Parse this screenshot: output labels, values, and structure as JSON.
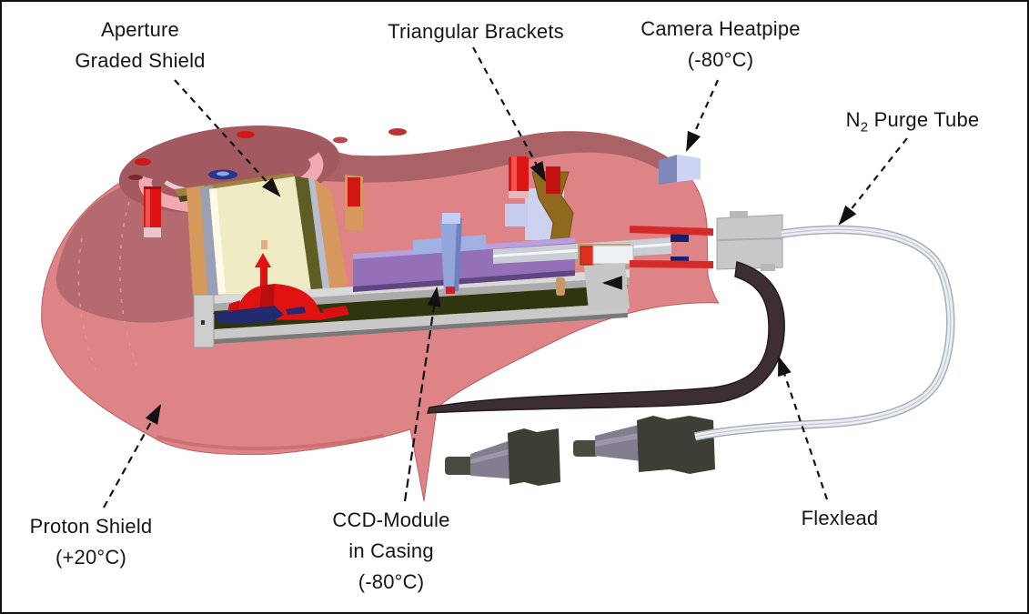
{
  "figure": {
    "type": "cutaway-technical-diagram",
    "subject": "CCD camera head assembly cross-section with thermal components",
    "labels": {
      "aperture": {
        "line1": "Aperture",
        "line2": "Graded Shield"
      },
      "brackets": {
        "line1": "Triangular Brackets"
      },
      "heatpipe": {
        "line1": "Camera Heatpipe",
        "line2": "(-80°C)"
      },
      "purge": {
        "element": "N",
        "subscript": "2",
        "rest": " Purge Tube"
      },
      "proton": {
        "line1": "Proton Shield",
        "line2": "(+20°C)"
      },
      "ccd": {
        "line1": "CCD-Module",
        "line2": "in Casing",
        "line3": "(-80°C)"
      },
      "flexlead": {
        "line1": "Flexlead"
      }
    },
    "colors": {
      "background": "#FFFFFF",
      "border": "#111111",
      "label_text": "#151515",
      "proton_shield_front": "#DF8486",
      "proton_shield_top": "#A96266",
      "flange_ring_pink": "#F2AAB2",
      "aperture_shield_cream": "#EFEBC4",
      "aperture_wall_olive": "#5E5D24",
      "ccd_module_purple": "#9470B8",
      "casing_gray": "#C9C9C9",
      "base_green": "#2E350F",
      "bracket_blue": "#9FB2E2",
      "bracket_brown": "#8F6A1E",
      "bolt_red": "#DD1414",
      "heatpipe_lavender": "#CDD4F4",
      "navy_collar": "#1A1C6E",
      "flexlead_dark": "#3C2E32",
      "purge_tube_light": "#ECEFF2",
      "connector_dark": "#3E3E36",
      "connector_cone": "#837D8E"
    }
  }
}
